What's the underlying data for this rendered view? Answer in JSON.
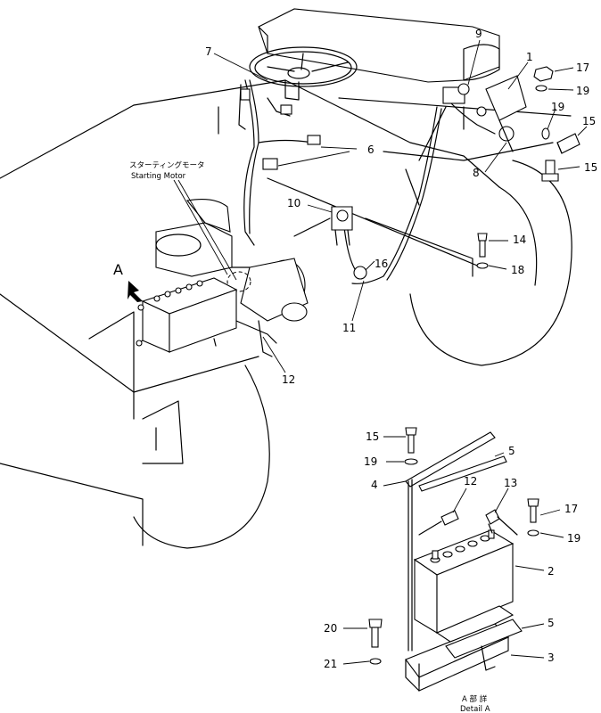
{
  "labels": {
    "starting_motor_jp": "スターティングモータ",
    "starting_motor_en": "Starting Motor",
    "view_a": "A",
    "detail_a_jp": "A 部 詳",
    "detail_a_en": "Detail A"
  },
  "callouts": {
    "top": {
      "c1": "1",
      "c7": "7",
      "c9": "9",
      "c17": "17",
      "c19a": "19",
      "c19b": "19",
      "c15a": "15",
      "c15b": "15",
      "c6": "6",
      "c8": "8",
      "c10": "10",
      "c14": "14",
      "c16": "16",
      "c18": "18",
      "c11": "11",
      "c12": "12"
    },
    "detail": {
      "c15": "15",
      "c5a": "5",
      "c19a": "19",
      "c4": "4",
      "c12": "12",
      "c13": "13",
      "c17": "17",
      "c19b": "19",
      "c2": "2",
      "c20": "20",
      "c5b": "5",
      "c21": "21",
      "c3": "3"
    }
  }
}
